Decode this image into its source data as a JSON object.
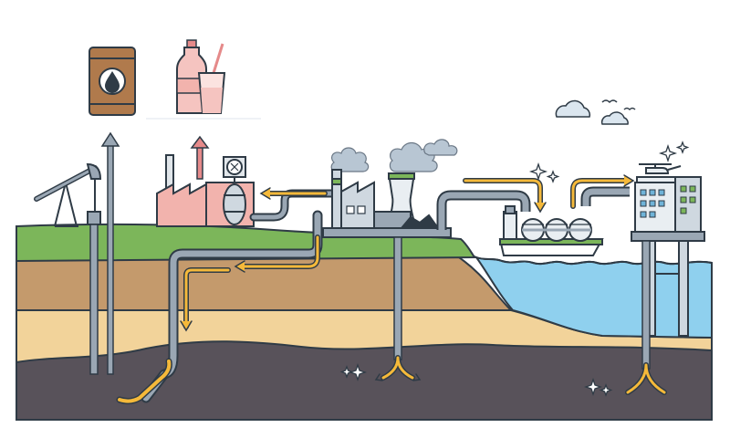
{
  "diagram": {
    "layers": [
      "grass",
      "topsoil",
      "sand-layer",
      "oil-shale-layer",
      "sea"
    ],
    "products": [
      "oil-barrel-icon",
      "plastic-bottle-icon",
      "drinking-glass-icon"
    ],
    "facilities": [
      "pumpjack-icon",
      "refinery-icon",
      "power-plant-icon",
      "lng-tanker-icon",
      "offshore-platform-icon"
    ],
    "colors": {
      "sky": "#ffffff",
      "grass": "#7cb65a",
      "grass_dark": "#5f9a45",
      "topsoil": "#c49a6c",
      "sand": "#f2d39a",
      "shale": "#58525a",
      "sea": "#8fd0ee",
      "pipe": "#9aa7b4",
      "pipe_dark": "#6b7886",
      "flow": "#f5b93a",
      "up_arrow": "#e58a8a",
      "outline": "#2f3b46",
      "building_pink": "#f2b3ad",
      "cloud": "#b8c6d3"
    }
  }
}
